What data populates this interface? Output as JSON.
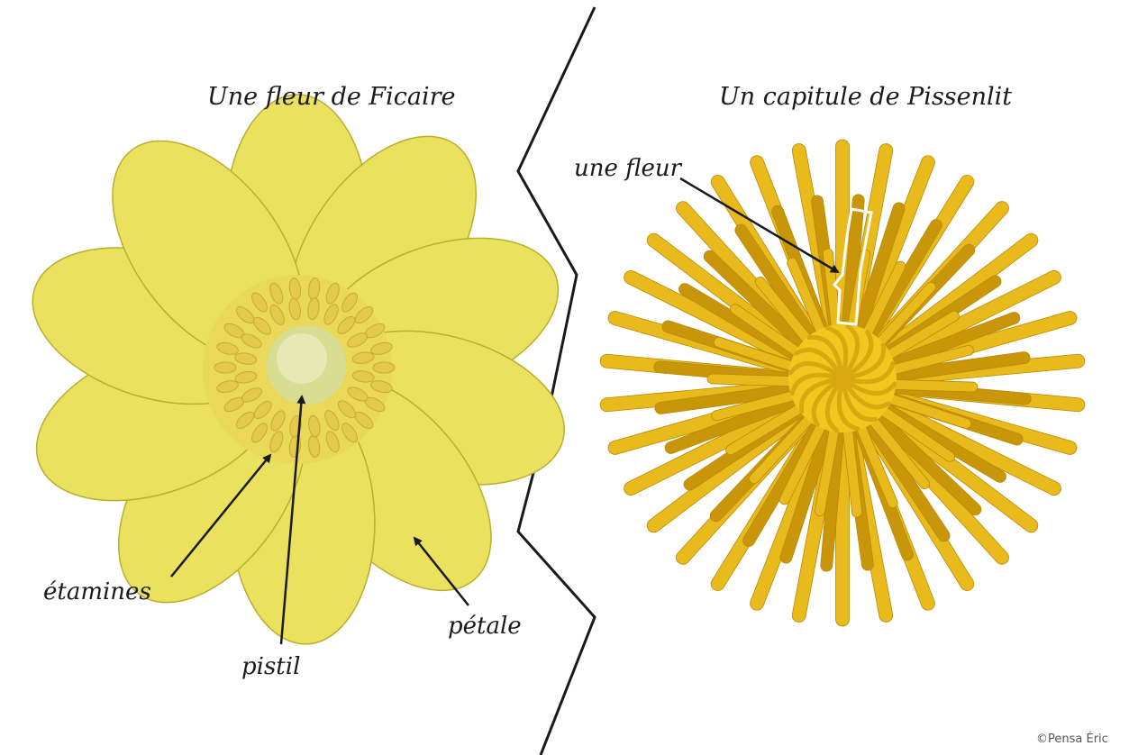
{
  "titles": {
    "left": "Une fleur de Ficaire",
    "right": "Un capitule de Pissenlit"
  },
  "labels": {
    "flower": "une fleur",
    "stamens": "étamines",
    "pistil": "pistil",
    "petal": "pétale"
  },
  "credit": "©Pensa Éric",
  "colors": {
    "ficaria_petal": "#eae15f",
    "ficaria_petal_edge": "#b9ae2e",
    "ficaria_stamen": "#e3c94c",
    "ficaria_pistil": "#d8dd92",
    "dandelion": "#e8ba1b",
    "dandelion_dark": "#c9960a",
    "dandelion_center": "#f1c81f",
    "arrow": "#1a1a1a",
    "divider": "#1a1a1a"
  }
}
